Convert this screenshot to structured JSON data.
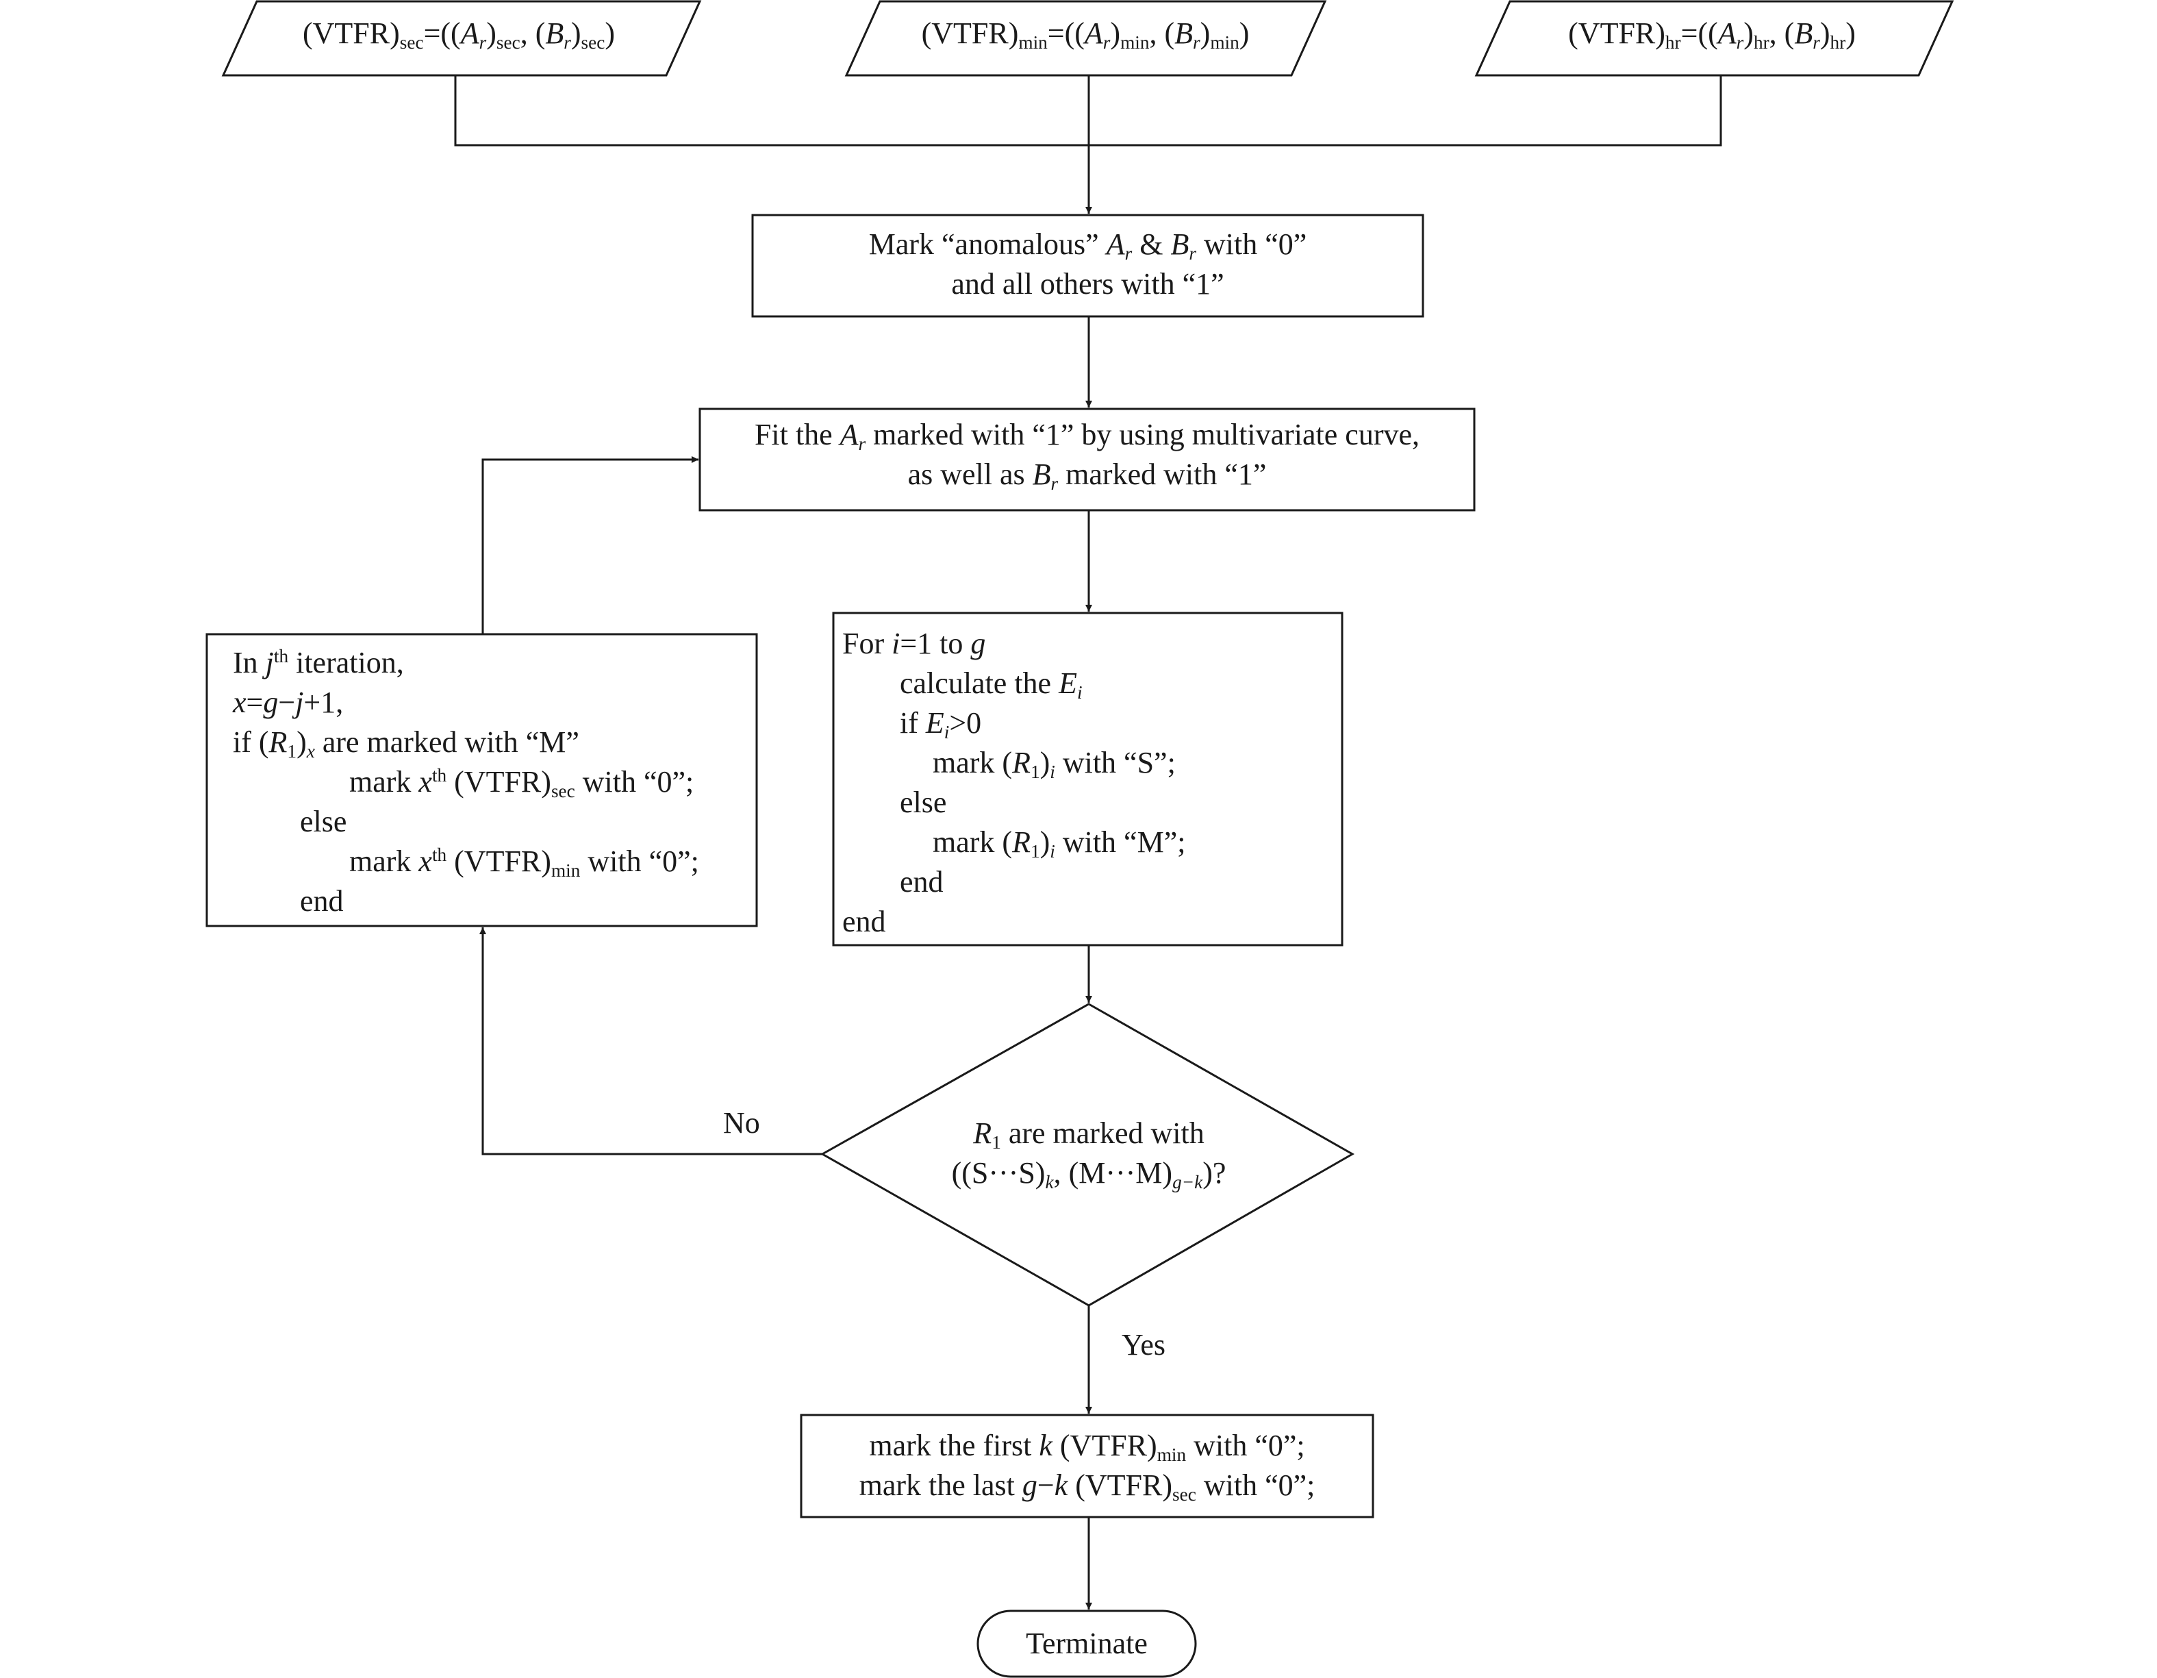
{
  "inputs": {
    "sec": {
      "a": "(VTFR)",
      "b": "sec",
      "c": "=((",
      "d": "A",
      "e": "r",
      "f": ")",
      "g": "sec",
      "h": ", (",
      "i": "B",
      "j": "r",
      "k": ")",
      "l": "sec",
      "m": ")"
    },
    "min": {
      "a": "(VTFR)",
      "b": "min",
      "c": "=((",
      "d": "A",
      "e": "r",
      "f": ")",
      "g": "min",
      "h": ", (",
      "i": "B",
      "j": "r",
      "k": ")",
      "l": "min",
      "m": ")"
    },
    "hr": {
      "a": "(VTFR)",
      "b": "hr",
      "c": "=((",
      "d": "A",
      "e": "r",
      "f": ")",
      "g": "hr",
      "h": ", (",
      "i": "B",
      "j": "r",
      "k": ")",
      "l": "hr",
      "m": ")"
    }
  },
  "mark": {
    "l1a": "Mark “anomalous” ",
    "l1b": "A",
    "l1c": "r",
    "l1d": " & ",
    "l1e": "B",
    "l1f": "r",
    "l1g": " with “0”",
    "l2": "and all others with “1”"
  },
  "fit": {
    "l1a": "Fit the ",
    "l1b": "A",
    "l1c": "r",
    "l1d": " marked with “1” by using multivariate curve,",
    "l2a": "as well as ",
    "l2b": "B",
    "l2c": "r",
    "l2d": " marked with “1”"
  },
  "loop": {
    "l1a": "For ",
    "l1b": "i",
    "l1c": "=1 to ",
    "l1d": "g",
    "l2a": "calculate the ",
    "l2b": "E",
    "l2c": "i",
    "l3a": "if ",
    "l3b": "E",
    "l3c": "i",
    "l3d": ">0",
    "l4a": "mark (",
    "l4b": "R",
    "l4c": "1",
    "l4d": ")",
    "l4e": "i",
    "l4f": " with “S”;",
    "l5": "else",
    "l6a": "mark (",
    "l6b": "R",
    "l6c": "1",
    "l6d": ")",
    "l6e": "i",
    "l6f": " with “M”;",
    "l7": "end",
    "l8": "end"
  },
  "iter": {
    "l1a": "In ",
    "l1b": "j",
    "l1c": "th",
    "l1d": " iteration,",
    "l2a": "x",
    "l2b": "=",
    "l2c": "g",
    "l2d": "−",
    "l2e": "j",
    "l2f": "+1,",
    "l3a": "if (",
    "l3b": "R",
    "l3c": "1",
    "l3d": ")",
    "l3e": "x",
    "l3f": " are marked with “M”",
    "l4a": "mark ",
    "l4b": "x",
    "l4c": "th",
    "l4d": " (VTFR)",
    "l4e": "sec",
    "l4f": " with “0”;",
    "l5": "else",
    "l6a": "mark ",
    "l6b": "x",
    "l6c": "th",
    "l6d": " (VTFR)",
    "l6e": "min",
    "l6f": " with “0”;",
    "l7": "end"
  },
  "decision": {
    "l1a": "R",
    "l1b": "1",
    "l1c": " are marked with",
    "l2a": "((S···S)",
    "l2b": "k",
    "l2c": ", (M···M)",
    "l2d": "g−k",
    "l2e": ")?"
  },
  "labels": {
    "no": "No",
    "yes": "Yes"
  },
  "final": {
    "l1a": "mark the first ",
    "l1b": "k",
    "l1c": " (VTFR)",
    "l1d": "min",
    "l1e": " with “0”;",
    "l2a": "mark the last ",
    "l2b": "g",
    "l2c": "−",
    "l2d": "k",
    "l2e": " (VTFR)",
    "l2f": "sec",
    "l2g": " with “0”;"
  },
  "terminal": {
    "label": "Terminate"
  }
}
